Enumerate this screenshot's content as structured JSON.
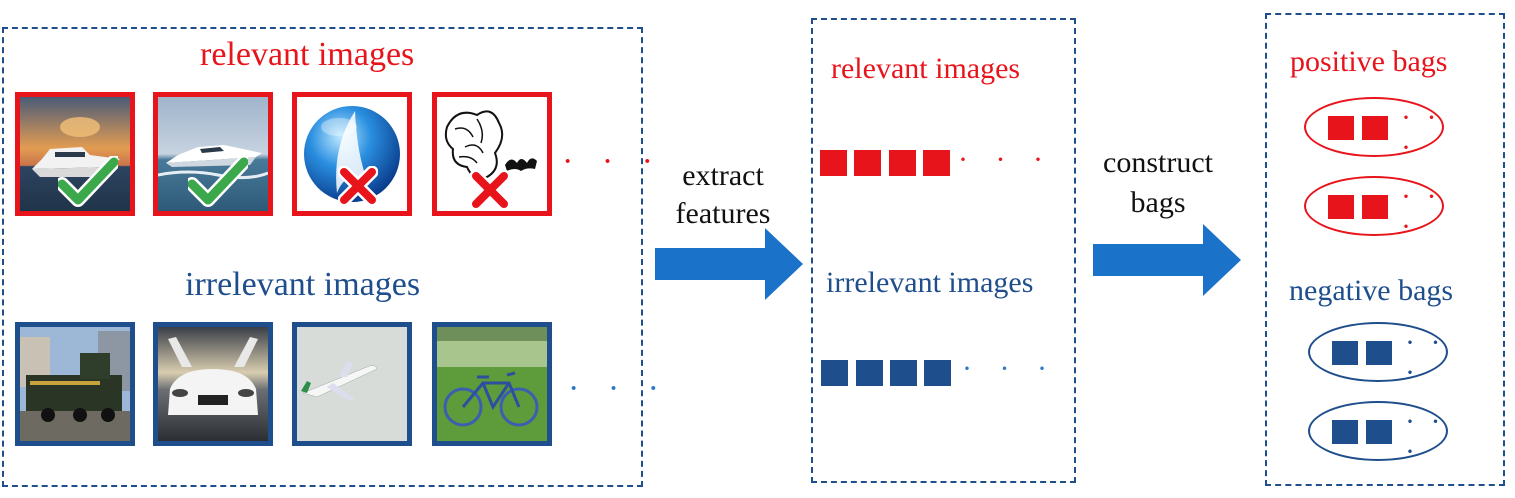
{
  "colors": {
    "relevant": "#e8141b",
    "irrelevant": "#1f4e8c",
    "arrow": "#1a73c8",
    "check": "#3aa84b",
    "cross": "#e8141b"
  },
  "panel_left": {
    "relevant_title": "relevant images",
    "irrelevant_title": "irrelevant images",
    "relevant_items": [
      {
        "icon": "yacht-sunset-image",
        "mark": "check-icon"
      },
      {
        "icon": "speedboat-image",
        "mark": "check-icon"
      },
      {
        "icon": "blue-globe-logo-image",
        "mark": "cross-icon"
      },
      {
        "icon": "sketch-drawing-image",
        "mark": "cross-icon"
      }
    ],
    "irrelevant_items": [
      {
        "icon": "locomotive-image"
      },
      {
        "icon": "white-sports-car-image"
      },
      {
        "icon": "airplane-image"
      },
      {
        "icon": "bicycle-on-grass-image"
      }
    ],
    "ellipsis": "· · ·"
  },
  "arrow1_label": {
    "line1": "extract",
    "line2": "features"
  },
  "panel_middle": {
    "relevant_title": "relevant images",
    "irrelevant_title": "irrelevant images",
    "ellipsis": "· · ·"
  },
  "arrow2_label": {
    "line1": "construct",
    "line2": "bags"
  },
  "panel_right": {
    "positive_title": "positive bags",
    "negative_title": "negative bags",
    "bag_ellipsis": "· · ·"
  }
}
